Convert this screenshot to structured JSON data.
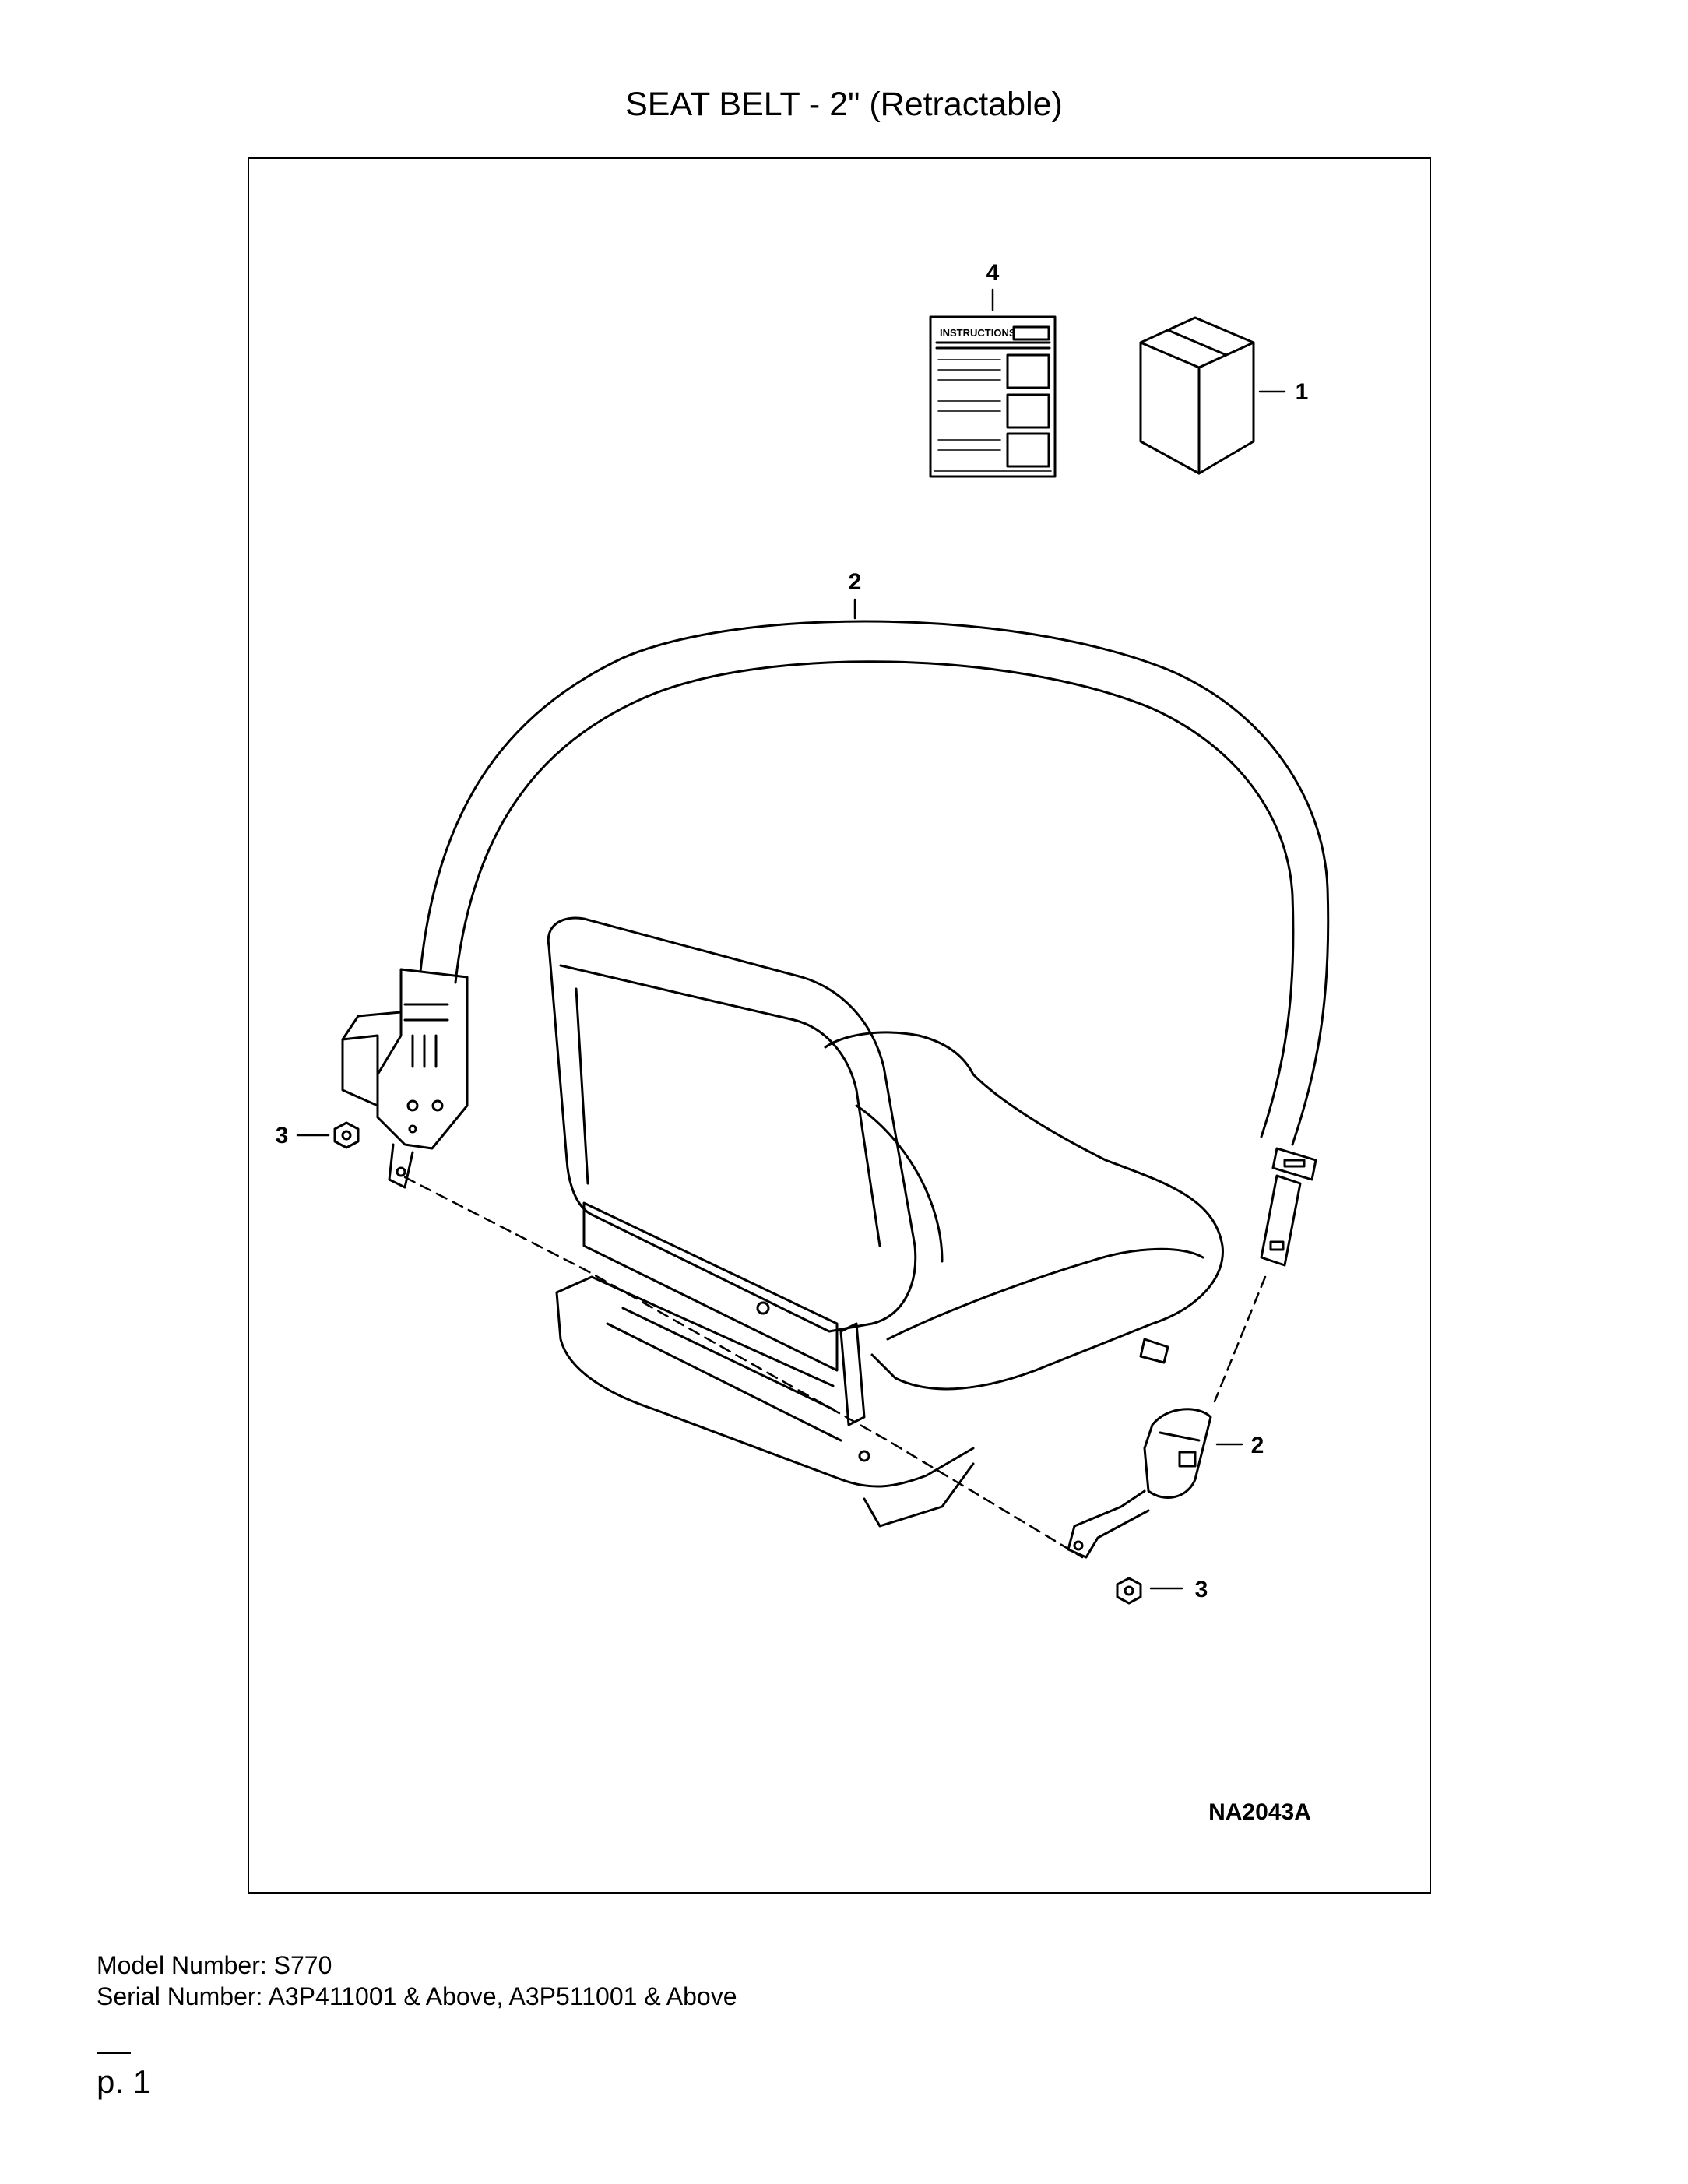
{
  "page": {
    "title": "SEAT BELT - 2\" (Retractable)",
    "drawing_id": "NA2043A",
    "callouts": {
      "c1": "1",
      "c2_top": "2",
      "c2_right": "2",
      "c3_left": "3",
      "c3_right": "3",
      "c4": "4"
    },
    "instructions_label": "INSTRUCTIONS",
    "model_line": "Model Number: S770",
    "serial_line": "Serial Number: A3P411001 & Above, A3P511001 & Above",
    "page_number": "p. 1"
  }
}
